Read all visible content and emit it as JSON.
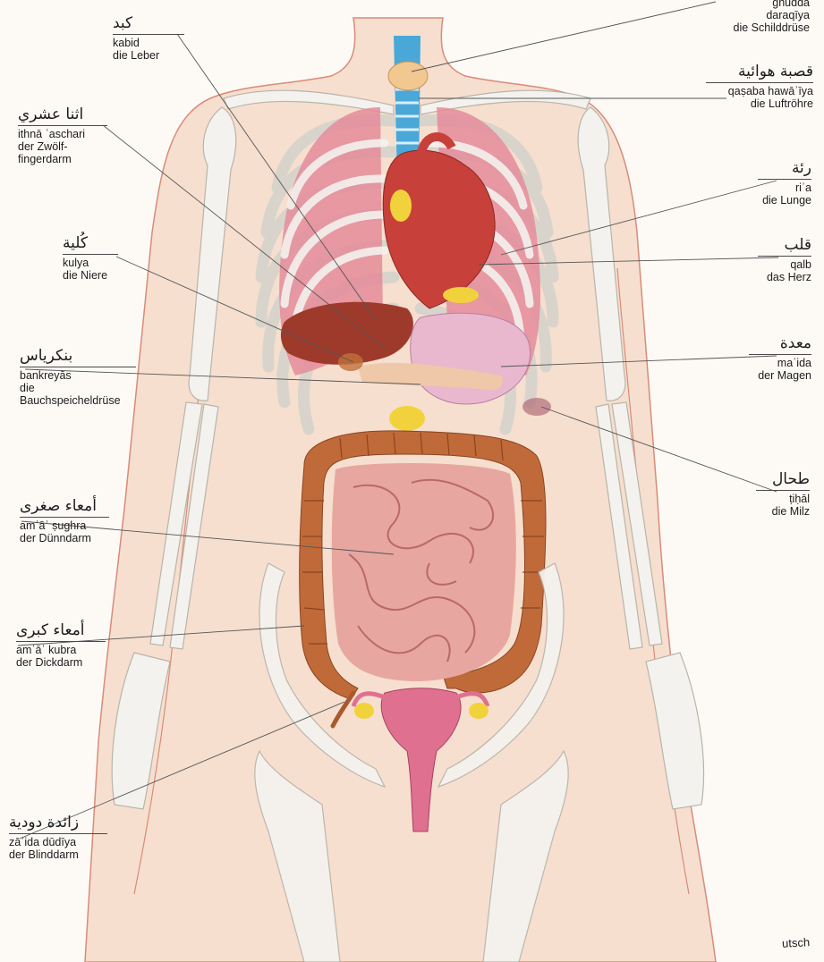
{
  "labels": {
    "liver": {
      "ar": "كبد",
      "tr": "kabid",
      "de": "die Leber"
    },
    "duodenum": {
      "ar": "اثنا عشري",
      "tr": "ithnā ʿaschari",
      "de1": "der Zwölf-",
      "de2": "fingerdarm"
    },
    "kidney": {
      "ar": "كُلية",
      "tr": "kulya",
      "de": "die Niere"
    },
    "pancreas": {
      "ar": "بنكرياس",
      "tr": "bankreyās",
      "de1": "die",
      "de2": "Bauchspeicheldrüse"
    },
    "small_int": {
      "ar": "أمعاء صغرى",
      "tr": "amʿāʾ ṣughra",
      "de": "der Dünndarm"
    },
    "large_int": {
      "ar": "أمعاء كبرى",
      "tr": "amʿāʾ kubra",
      "de": "der Dickdarm"
    },
    "appendix": {
      "ar": "زائدة دودية",
      "tr": "zāʾida dūdīya",
      "de": "der Blinddarm"
    },
    "thyroid": {
      "tr1": "ghudda",
      "tr2": "daraqīya",
      "de": "die Schilddrüse"
    },
    "trachea": {
      "ar": "قصبة هوائية",
      "tr": "qaṣaba hawāʾīya",
      "de": "die Luftröhre"
    },
    "lung": {
      "ar": "رئة",
      "tr": "riʾa",
      "de": "die Lunge"
    },
    "heart": {
      "ar": "قلب",
      "tr": "qalb",
      "de": "das Herz"
    },
    "stomach": {
      "ar": "معدة",
      "tr": "maʿida",
      "de": "der Magen"
    },
    "spleen": {
      "ar": "طحال",
      "tr": "ṭiḥāl",
      "de": "die Milz"
    }
  },
  "footer": {
    "word": "utsch"
  },
  "colors": {
    "skin": "#f6dfcf",
    "skin_outline": "#d98b7a",
    "bone": "#f4f2ee",
    "bone_outline": "#b9b4aa",
    "lung": "#e58c9a",
    "heart": "#c8403a",
    "liver": "#9e3a2c",
    "colon": "#c06a3a",
    "small_intestine": "#e8a6a0",
    "trachea": "#4aa8d8",
    "fat_yellow": "#f2d23c",
    "stomach": "#e9b8cf",
    "uterus": "#e07090"
  }
}
